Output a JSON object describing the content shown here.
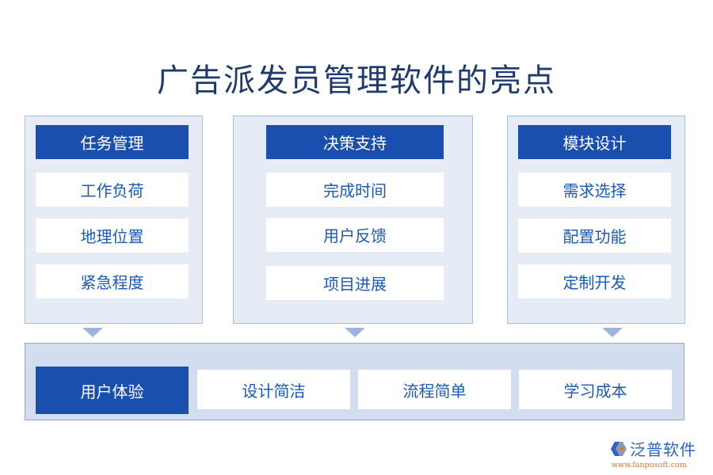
{
  "title": "广告派发员管理软件的亮点",
  "columns": [
    {
      "header": "任务管理",
      "items": [
        "工作负荷",
        "地理位置",
        "紧急程度"
      ]
    },
    {
      "header": "决策支持",
      "items": [
        "完成时间",
        "用户反馈",
        "项目进展"
      ]
    },
    {
      "header": "模块设计",
      "items": [
        "需求选择",
        "配置功能",
        "定制开发"
      ]
    }
  ],
  "bottom": {
    "header": "用户体验",
    "items": [
      "设计简洁",
      "流程简单",
      "学习成本"
    ]
  },
  "logo": {
    "name": "泛普软件",
    "url": "www.fanpusoft.com"
  },
  "colors": {
    "title": "#1f3a6e",
    "header_bg": "#1a4fb0",
    "item_text": "#1a5ab8",
    "panel_bg": "#e6ecf6",
    "bottom_bg": "#d3ddf0",
    "arrow": "#9fb4dc"
  }
}
